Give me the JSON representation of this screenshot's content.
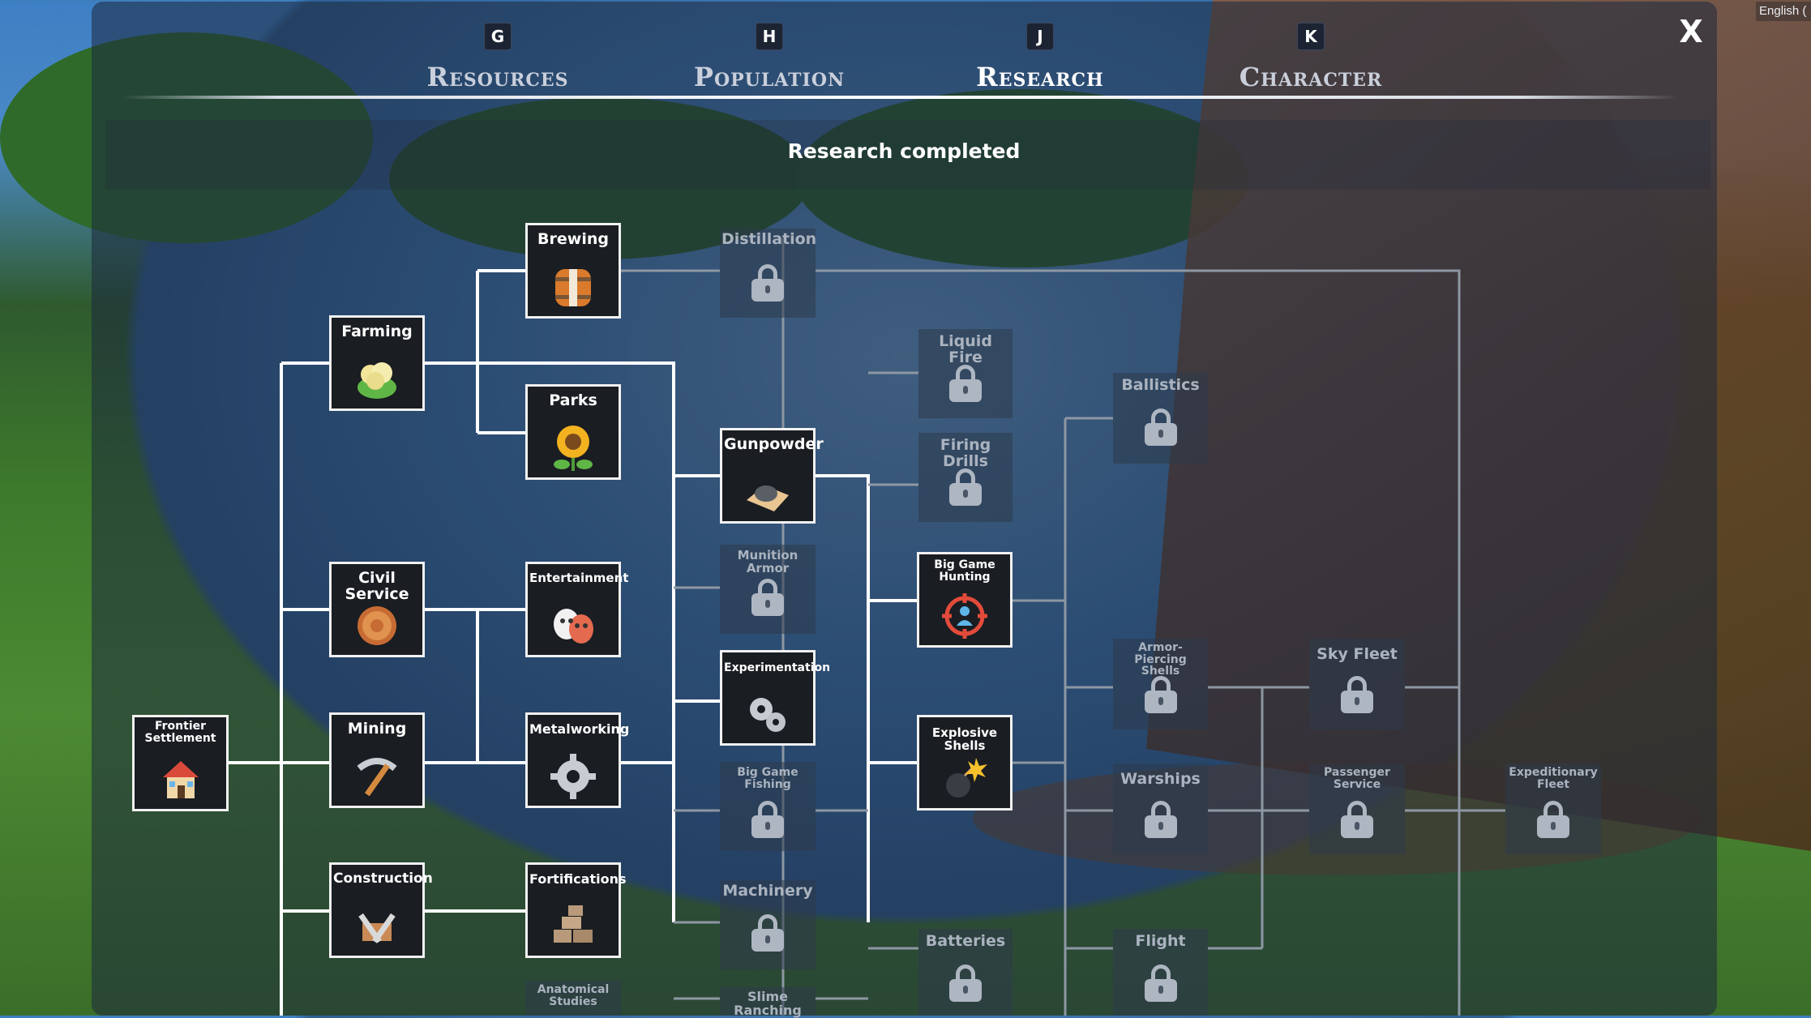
{
  "tabs": [
    {
      "key": "G",
      "label": "Resources",
      "active": false
    },
    {
      "key": "H",
      "label": "Population",
      "active": false
    },
    {
      "key": "J",
      "label": "Research",
      "active": true
    },
    {
      "key": "K",
      "label": "Character",
      "active": false
    }
  ],
  "close_label": "X",
  "language_label": "English (",
  "status_text": "Research completed",
  "nodes": {
    "frontier": {
      "name": "Frontier Settlement",
      "icon": "house-icon"
    },
    "farming": {
      "name": "Farming",
      "icon": "cabbage-icon"
    },
    "brewing": {
      "name": "Brewing",
      "icon": "barrel-icon"
    },
    "parks": {
      "name": "Parks",
      "icon": "sunflower-icon"
    },
    "civil": {
      "name": "Civil Service",
      "icon": "coin-icon"
    },
    "entertainment": {
      "name": "Entertainment",
      "icon": "theater-masks-icon"
    },
    "mining": {
      "name": "Mining",
      "icon": "pickaxe-icon"
    },
    "metalworking": {
      "name": "Metalworking",
      "icon": "gear-icon"
    },
    "construction": {
      "name": "Construction",
      "icon": "hammer-icon"
    },
    "fortifications": {
      "name": "Fortifications",
      "icon": "stone-wall-icon"
    },
    "anatomical": {
      "name": "Anatomical Studies"
    },
    "gunpowder": {
      "name": "Gunpowder",
      "icon": "powder-icon"
    },
    "experimentation": {
      "name": "Experimentation",
      "icon": "gears-icon"
    },
    "distillation": {
      "name": "Distillation"
    },
    "munition": {
      "name": "Munition Armor"
    },
    "bgfishing": {
      "name": "Big Game Fishing"
    },
    "machinery": {
      "name": "Machinery"
    },
    "slime": {
      "name": "Slime Ranching"
    },
    "liquidfire": {
      "name": "Liquid Fire"
    },
    "firingdrills": {
      "name": "Firing Drills"
    },
    "bghunting": {
      "name": "Big Game Hunting",
      "icon": "target-icon"
    },
    "explosive": {
      "name": "Explosive Shells",
      "icon": "bomb-icon"
    },
    "batteries": {
      "name": "Batteries"
    },
    "ballistics": {
      "name": "Ballistics"
    },
    "armorpiercing": {
      "name": "Armor-Piercing Shells"
    },
    "warships": {
      "name": "Warships"
    },
    "flight": {
      "name": "Flight"
    },
    "skyfleet": {
      "name": "Sky Fleet"
    },
    "passenger": {
      "name": "Passenger Service"
    },
    "expeditionary": {
      "name": "Expeditionary Fleet"
    }
  },
  "colors": {
    "completed_border": "#f1f1f1",
    "completed_line": "#ffffff",
    "locked_line": "#8d97a3",
    "lock": "#aeb6c2",
    "target_red": "#e24b3b"
  }
}
